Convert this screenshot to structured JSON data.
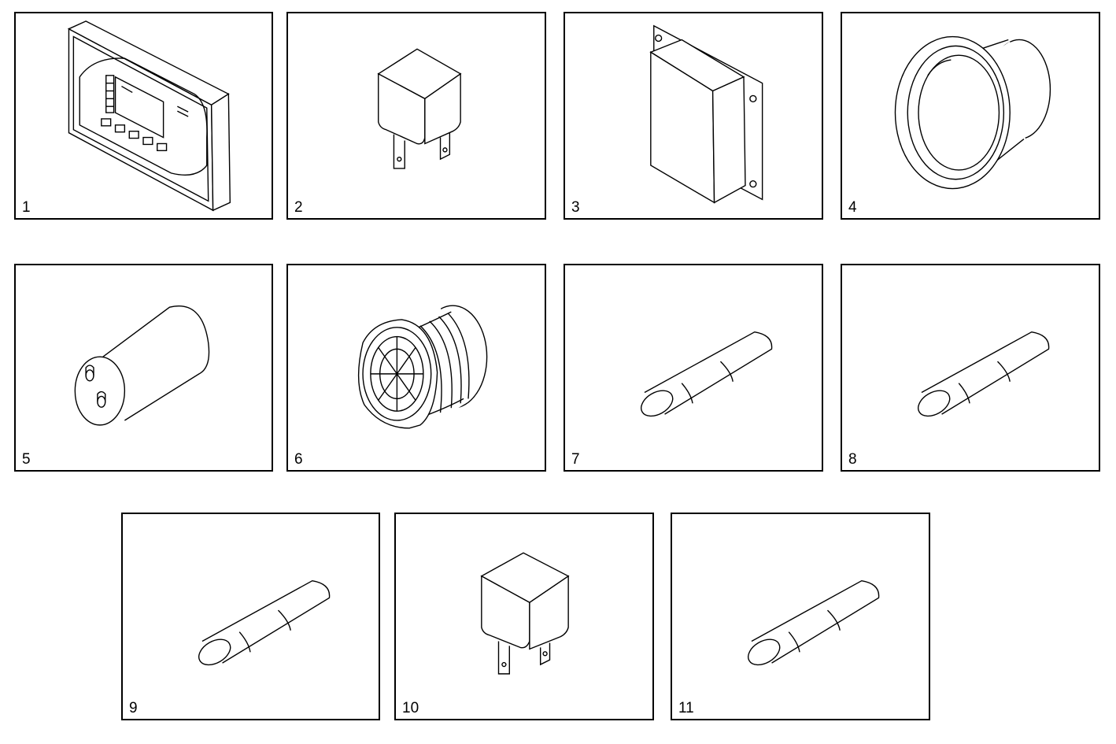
{
  "panels": [
    {
      "number": "1",
      "icon": "display-panel-icon"
    },
    {
      "number": "2",
      "icon": "relay-icon"
    },
    {
      "number": "3",
      "icon": "control-module-icon"
    },
    {
      "number": "4",
      "icon": "knob-icon"
    },
    {
      "number": "5",
      "icon": "capacitor-icon"
    },
    {
      "number": "6",
      "icon": "buzzer-icon"
    },
    {
      "number": "7",
      "icon": "fuse-icon"
    },
    {
      "number": "8",
      "icon": "fuse-icon"
    },
    {
      "number": "9",
      "icon": "fuse-icon"
    },
    {
      "number": "10",
      "icon": "relay-icon"
    },
    {
      "number": "11",
      "icon": "fuse-icon"
    }
  ]
}
